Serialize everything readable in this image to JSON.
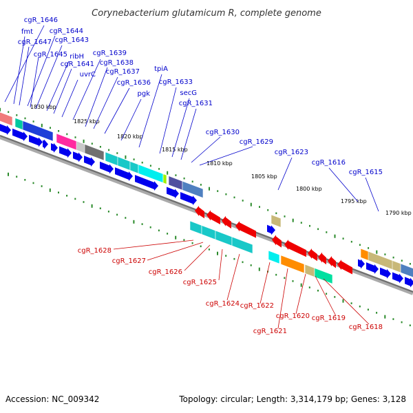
{
  "title": "Corynebacterium glutamicum R, complete genome",
  "footer": {
    "accession": "Accession: NC_009342",
    "topology": "Topology: circular; Length: 3,314,179 bp; Genes: 3,128"
  },
  "colors": {
    "forward_label": "#0000cc",
    "reverse_label": "#cc0000",
    "scale_tick": "#2a8a2a",
    "backbone": "#8c8c8c",
    "orf_forward": "#0000ee",
    "orf_reverse": "#ee0000"
  },
  "scale_labels": [
    "1830 kbp",
    "1825 kbp",
    "1820 kbp",
    "1815 kbp",
    "1810 kbp",
    "1805 kbp",
    "1800 kbp",
    "1795 kbp",
    "1790 kbp"
  ],
  "forward_genes": [
    "cgR_1646",
    "fmt",
    "cgR_1644",
    "cgR_1647",
    "cgR_1643",
    "cgR_1645",
    "ribH",
    "cgR_1641",
    "uvrC",
    "cgR_1639",
    "cgR_1638",
    "cgR_1637",
    "cgR_1636",
    "pgk",
    "tpiA",
    "cgR_1633",
    "secG",
    "cgR_1631",
    "cgR_1630",
    "cgR_1629",
    "cgR_1623",
    "cgR_1616",
    "cgR_1615"
  ],
  "reverse_genes": [
    "cgR_1628",
    "cgR_1627",
    "cgR_1626",
    "cgR_1625",
    "cgR_1624",
    "cgR_1622",
    "cgR_1621",
    "cgR_1620",
    "cgR_1619",
    "cgR_1618"
  ]
}
